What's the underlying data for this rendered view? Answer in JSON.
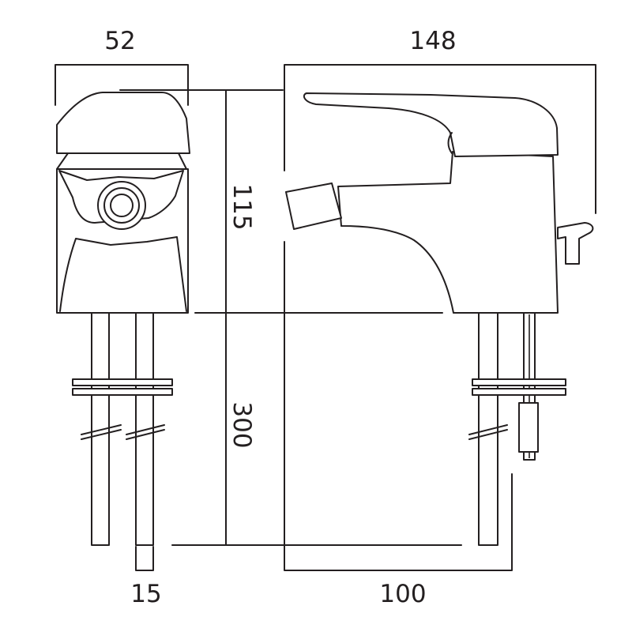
{
  "dimensions": {
    "body_depth": "52",
    "total_reach": "148",
    "body_height": "115",
    "tail_length": "300",
    "tail_spacing": "15",
    "tail_to_outlet": "100"
  },
  "colors": {
    "line": "#231f20",
    "background": "#ffffff"
  }
}
